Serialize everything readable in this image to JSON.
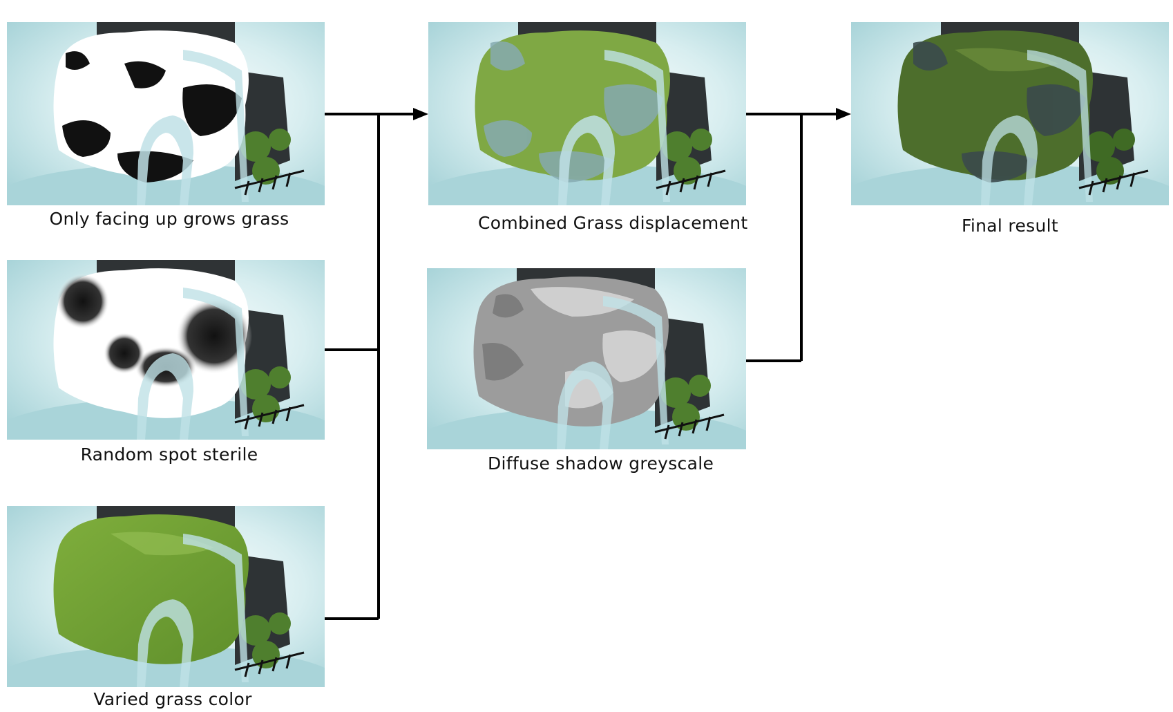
{
  "captions": {
    "up_facing": "Only facing up grows grass",
    "random_spot": "Random spot sterile",
    "varied_color": "Varied grass color",
    "combined": "Combined Grass displacement",
    "diffuse": "Diffuse shadow greyscale",
    "final": "Final result"
  },
  "colors": {
    "water": "#a9d4d9",
    "grass": "#6c9a30",
    "dark_grass": "#3f5e28",
    "rock": "#2e3335",
    "foliage": "#4f7f2e",
    "arrow": "#000000"
  },
  "panels": [
    {
      "id": "up_facing",
      "mask": "black-white"
    },
    {
      "id": "random_spot",
      "mask": "soft-greyscale"
    },
    {
      "id": "varied_color",
      "mask": "green"
    },
    {
      "id": "combined",
      "mask": "green-teal"
    },
    {
      "id": "diffuse",
      "mask": "grey"
    },
    {
      "id": "final",
      "mask": "dark-green"
    }
  ]
}
